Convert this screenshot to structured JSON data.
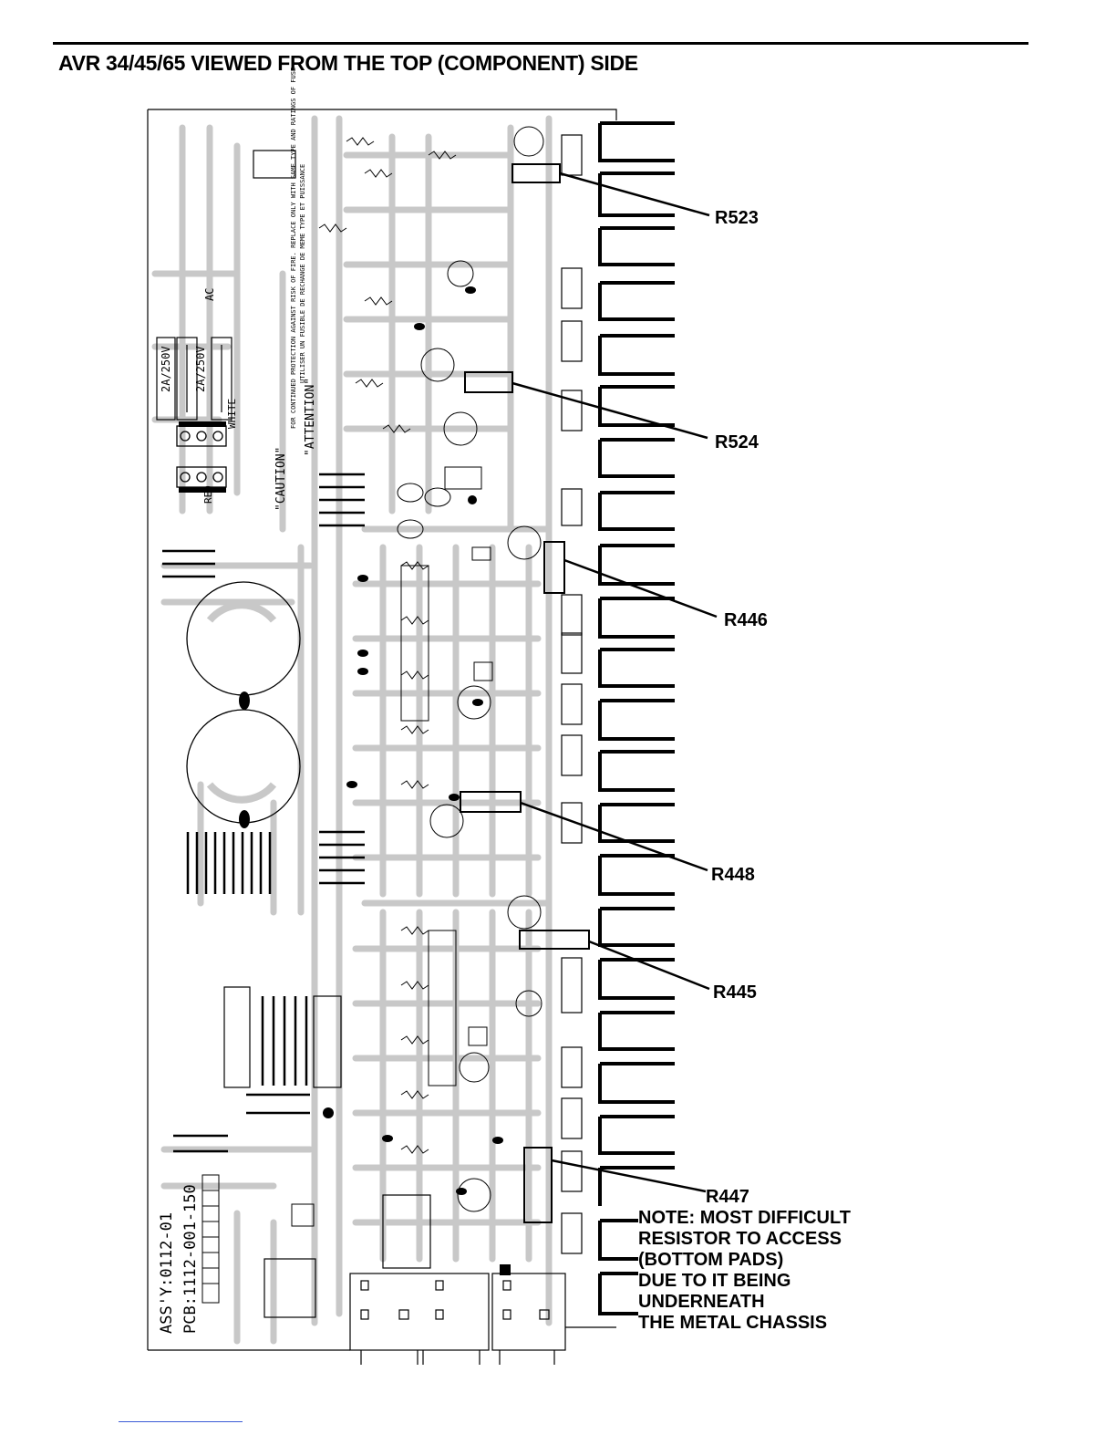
{
  "title": "AVR 34/45/65 VIEWED FROM THE TOP (COMPONENT) SIDE",
  "callouts": {
    "r523": "R523",
    "r524": "R524",
    "r446": "R446",
    "r448": "R448",
    "r445": "R445",
    "r447": "R447"
  },
  "note": {
    "line1": "NOTE:  MOST DIFFICULT",
    "line2": "RESISTOR TO ACCESS",
    "line3": "(BOTTOM PADS)",
    "line4": "DUE TO IT BEING",
    "line5": "UNDERNEATH",
    "line6": "THE METAL CHASSIS"
  },
  "board_text": {
    "assy": "ASS'Y:0112-01",
    "pcb": "PCB:1112-001-150",
    "caution": "\"CAUTION\"",
    "caution_text": "FOR CONTINUED PROTECTION AGAINST RISK OF FIRE. REPLACE ONLY WITH SAME TYPE AND RATINGS OF FUSE",
    "attention": "\"ATTENTION\"",
    "attention_text": "UTILISER UN FUSIBLE DE RECHANGE DE MEME TYPE ET PUISSANCE",
    "fuse1": "2A/250V",
    "fuse2": "2A/250V",
    "white": "WHITE",
    "red": "RED",
    "ac": "AC"
  },
  "colors": {
    "ink": "#000000",
    "copper": "#c8c8c8"
  }
}
